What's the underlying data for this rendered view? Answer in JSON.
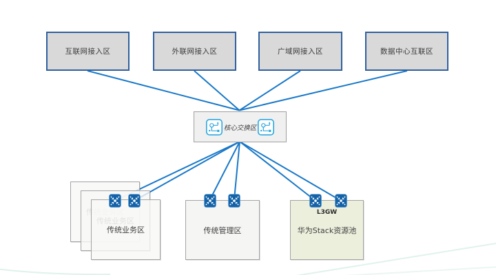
{
  "diagram_title": "",
  "zones_top": [
    {
      "id": "internet",
      "label": "互联网接入区"
    },
    {
      "id": "extranet",
      "label": "外联网接入区"
    },
    {
      "id": "wan",
      "label": "广域网接入区"
    },
    {
      "id": "dci",
      "label": "数据中心互联区"
    }
  ],
  "core_zone": {
    "label": "核心交换区",
    "icon": "core-switch-icon",
    "icon_count": 2
  },
  "zones_bottom": {
    "business": {
      "label": "传统业务区",
      "stack_layers": 3,
      "switch_count": 2
    },
    "management": {
      "label": "传统管理区",
      "switch_count": 2
    },
    "stack_pool": {
      "label": "华为Stack资源池",
      "gateway_label": "L3GW",
      "switch_count": 2
    }
  },
  "icons": {
    "core_switch": "core-switch-icon",
    "lan_switch": "lan-switch-icon"
  },
  "colors": {
    "connector_blue": "#1878C8",
    "top_zone_fill": "#D9D9D9",
    "top_zone_border": "#2E5F9E",
    "core_fill": "#F0F0F0",
    "core_border": "#9F9F9F",
    "core_icon_blue": "#2BA7DF",
    "switch_fill": "#1463A8",
    "bottom_zone_fill": "#F5F5F4",
    "stack_pool_fill": "#ECEFDC",
    "bottom_zone_border": "#A3A3A3",
    "swoosh_green": "#E0F2EC"
  }
}
